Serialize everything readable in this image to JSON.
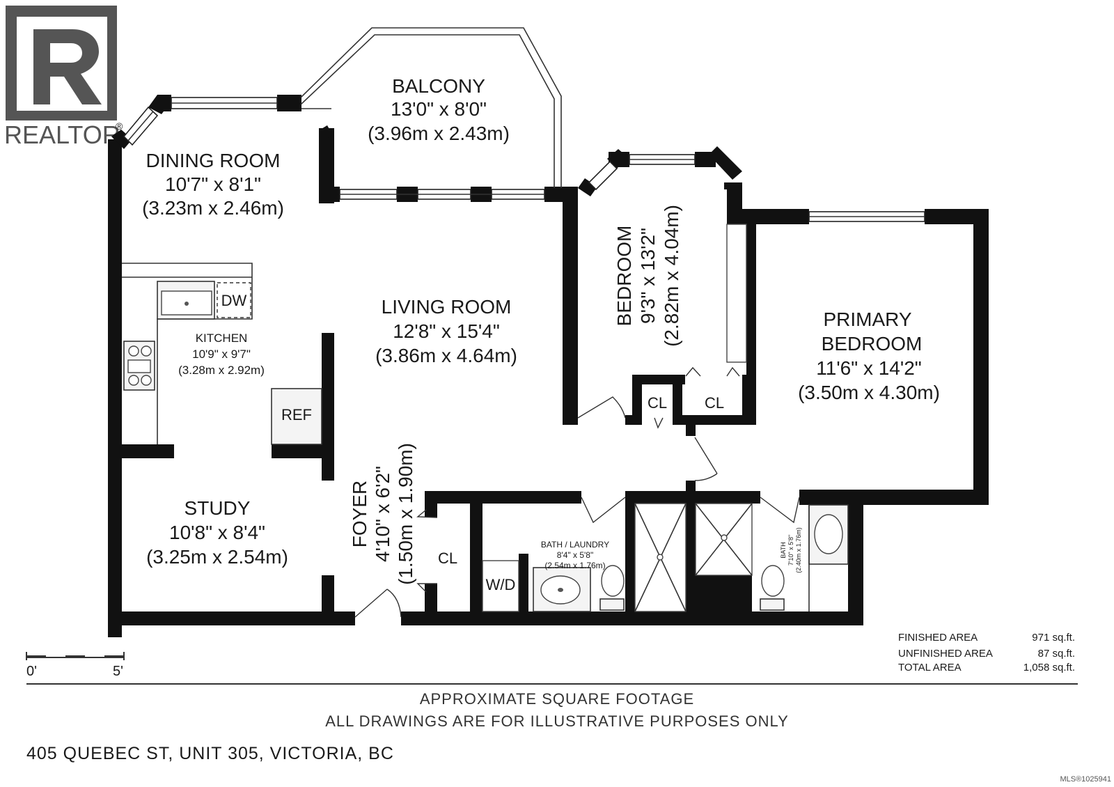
{
  "logo": {
    "text": "REALTOR",
    "mark": "®"
  },
  "rooms": {
    "balcony": {
      "name": "BALCONY",
      "imperial": "13'0\" x 8'0\"",
      "metric": "(3.96m x 2.43m)"
    },
    "dining": {
      "name": "DINING ROOM",
      "imperial": "10'7\" x 8'1\"",
      "metric": "(3.23m x 2.46m)"
    },
    "living": {
      "name": "LIVING ROOM",
      "imperial": "12'8\" x 15'4\"",
      "metric": "(3.86m x 4.64m)"
    },
    "kitchen": {
      "name": "KITCHEN",
      "imperial": "10'9\" x 9'7\"",
      "metric": "(3.28m x 2.92m)"
    },
    "bedroom": {
      "name": "BEDROOM",
      "imperial": "9'3\" x 13'2\"",
      "metric": "(2.82m x 4.04m)"
    },
    "primary": {
      "name1": "PRIMARY",
      "name2": "BEDROOM",
      "imperial": "11'6\" x 14'2\"",
      "metric": "(3.50m x 4.30m)"
    },
    "study": {
      "name": "STUDY",
      "imperial": "10'8\" x 8'4\"",
      "metric": "(3.25m x 2.54m)"
    },
    "foyer": {
      "name": "FOYER",
      "imperial": "4'10\" x 6'2\"",
      "metric": "(1.50m x 1.90m)"
    },
    "bath_laundry": {
      "name": "BATH / LAUNDRY",
      "imperial": "8'4\" x 5'8\"",
      "metric": "(2.54m x 1.76m)"
    },
    "bath": {
      "name": "BATH",
      "imperial": "7'10\" x 5'8\"",
      "metric": "(2.40m x 1.76m)"
    }
  },
  "fixtures": {
    "dw": "DW",
    "ref": "REF",
    "wd": "W/D",
    "cl": "CL"
  },
  "scale": {
    "start": "0'",
    "end": "5'"
  },
  "areas": [
    {
      "label": "FINISHED AREA",
      "value": "971 sq.ft."
    },
    {
      "label": "UNFINISHED AREA",
      "value": "87 sq.ft."
    },
    {
      "label": "TOTAL AREA",
      "value": "1,058 sq.ft."
    }
  ],
  "notes": {
    "line1": "APPROXIMATE SQUARE FOOTAGE",
    "line2": "ALL DRAWINGS ARE FOR ILLUSTRATIVE PURPOSES ONLY"
  },
  "address": "405 QUEBEC ST, UNIT 305, VICTORIA, BC",
  "mls": "MLS®1025941"
}
